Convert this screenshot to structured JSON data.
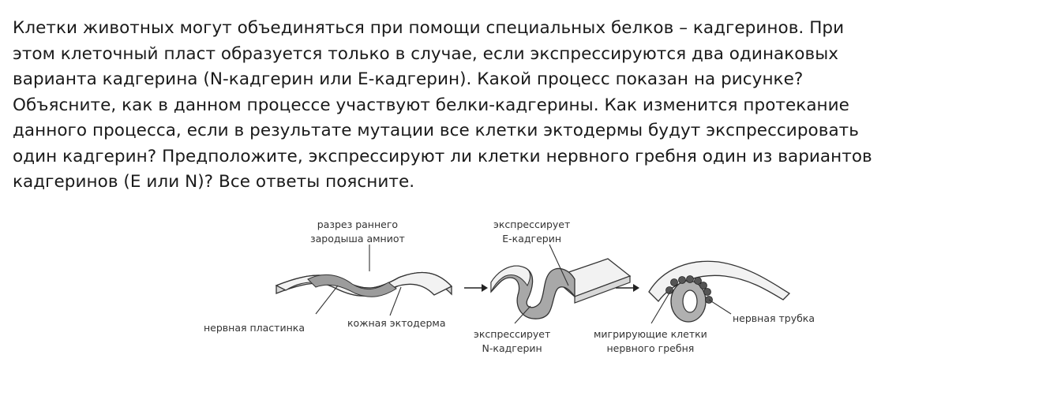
{
  "question": {
    "lines": [
      "Клетки животных могут объединяться при помощи специальных белков – кадгеринов. При",
      "этом клеточный пласт образуется только в случае, если экспрессируются два одинаковых",
      "варианта кадгерина (N-кадгерин или E-кадгерин). Какой процесс показан на рисунке?",
      "Объясните, как в данном процессе участвуют белки-кадгерины. Как изменится протекание",
      "данного процесса, если в результате мутации все клетки эктодермы будут экспрессировать",
      "один кадгерин? Предположите, экспрессируют ли клетки нервного гребня один из вариантов",
      "кадгеринов (E или N)? Все ответы поясните."
    ]
  },
  "figure": {
    "labels": {
      "section_line1": "разрез раннего",
      "section_line2": "зародыша амниот",
      "expresses_e_line1": "экспрессирует",
      "expresses_e_line2": "E-кадгерин",
      "neural_plate": "нервная пластинка",
      "skin_ectoderm": "кожная эктодерма",
      "expresses_n_line1": "экспрессирует",
      "expresses_n_line2": "N-кадгерин",
      "migrating_line1": "мигрирующие клетки",
      "migrating_line2": "нервного гребня",
      "neural_tube": "нервная трубка"
    }
  }
}
